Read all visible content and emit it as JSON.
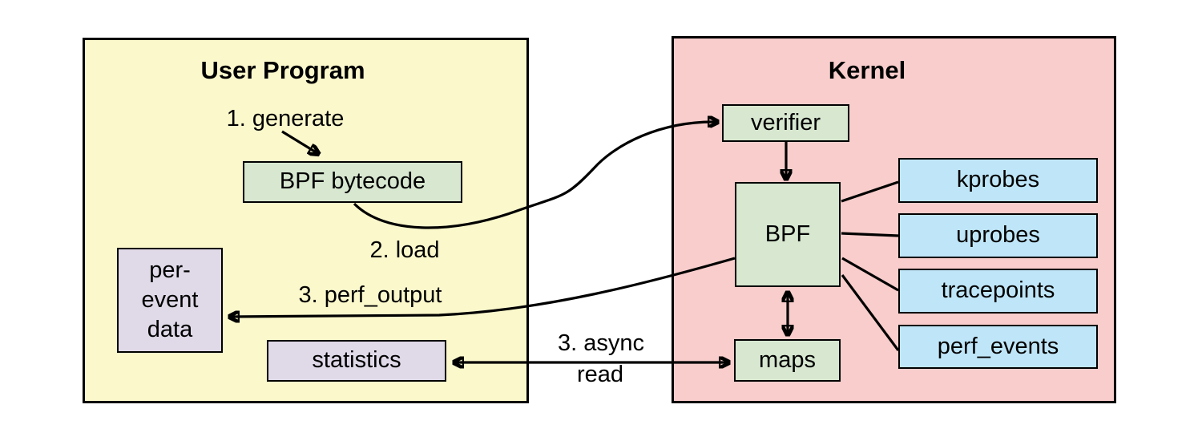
{
  "diagram": {
    "user_program_title": "User Program",
    "kernel_title": "Kernel"
  },
  "colors": {
    "user_bg": "#FBF8CC",
    "kernel_bg": "#F8CDCB",
    "green": "#D7E7D0",
    "blue": "#BFE6F8",
    "purple": "#E0D9E8",
    "line": "#000000",
    "page_bg": "#FFFFFF"
  },
  "nodes": {
    "bpf_bytecode": {
      "label": "BPF bytecode",
      "color": "green"
    },
    "per_event_data": {
      "label": "per-event data",
      "lines": [
        "per-",
        "event",
        "data"
      ],
      "color": "purple"
    },
    "statistics": {
      "label": "statistics",
      "color": "purple"
    },
    "verifier": {
      "label": "verifier",
      "color": "green"
    },
    "bpf": {
      "label": "BPF",
      "color": "green"
    },
    "maps": {
      "label": "maps",
      "color": "green"
    },
    "kprobes": {
      "label": "kprobes",
      "color": "blue"
    },
    "uprobes": {
      "label": "uprobes",
      "color": "blue"
    },
    "tracepoints": {
      "label": "tracepoints",
      "color": "blue"
    },
    "perf_events": {
      "label": "perf_events",
      "color": "blue"
    }
  },
  "labels": {
    "step1": "1. generate",
    "step2": "2. load",
    "step3_perf": "3. perf_output",
    "step3_async_line1": "3. async",
    "step3_async_line2": "read"
  },
  "edges": [
    {
      "from": "user_program",
      "to": "bpf_bytecode",
      "label": "1. generate",
      "type": "arrow"
    },
    {
      "from": "bpf_bytecode",
      "to": "verifier",
      "label": "2. load",
      "type": "curved-arrow"
    },
    {
      "from": "verifier",
      "to": "bpf",
      "label": "",
      "type": "arrow"
    },
    {
      "from": "bpf",
      "to": "kprobes",
      "label": "",
      "type": "line"
    },
    {
      "from": "bpf",
      "to": "uprobes",
      "label": "",
      "type": "line"
    },
    {
      "from": "bpf",
      "to": "tracepoints",
      "label": "",
      "type": "line"
    },
    {
      "from": "bpf",
      "to": "perf_events",
      "label": "",
      "type": "line"
    },
    {
      "from": "bpf",
      "to": "maps",
      "label": "",
      "type": "double-arrow"
    },
    {
      "from": "bpf",
      "to": "per_event_data",
      "label": "3. perf_output",
      "type": "curved-arrow"
    },
    {
      "from": "maps",
      "to": "statistics",
      "label": "3. async read",
      "type": "double-arrow"
    }
  ]
}
